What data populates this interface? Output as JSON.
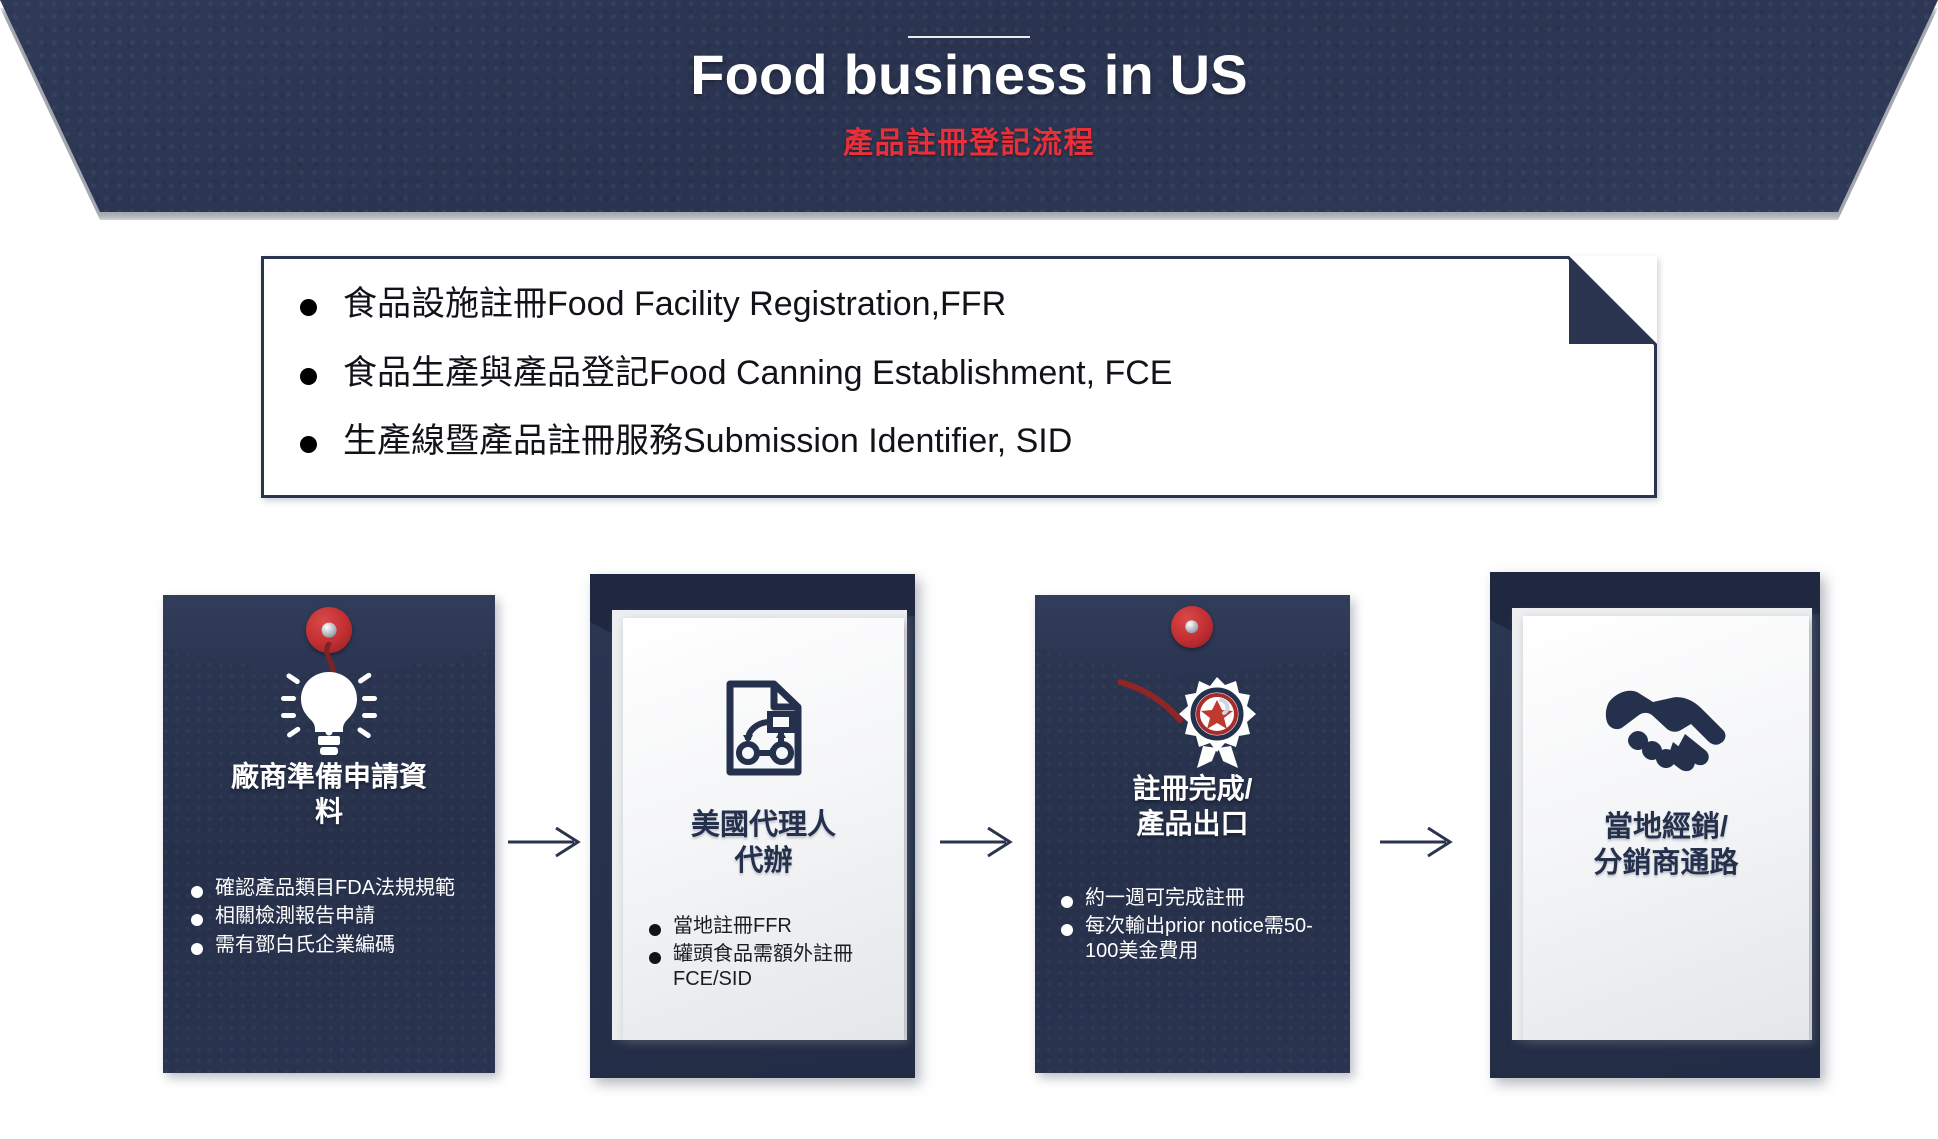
{
  "header": {
    "title": "Food business in US",
    "subtitle": "產品註冊登記流程",
    "colors": {
      "navy": "#2a3450",
      "red": "#e8303a",
      "white": "#ffffff"
    }
  },
  "callout": {
    "bullets": [
      "食品設施註冊Food Facility Registration,FFR",
      "食品生產與產品登記Food Canning Establishment, FCE",
      "生產線暨產品註冊服務Submission Identifier, SID"
    ]
  },
  "flow": {
    "arrow_count": 3,
    "steps": [
      {
        "style": "envelope",
        "icon": "lightbulb-icon",
        "title": "廠商準備申請資\n料",
        "title_lines": [
          "廠商準備申請資",
          "料"
        ],
        "bullets": [
          "確認產品類目FDA法規規範",
          "相關檢測報告申請",
          "需有鄧白氏企業編碼"
        ]
      },
      {
        "style": "paper",
        "icon": "document-flowchart-icon",
        "title": "美國代理人\n代辦",
        "title_lines": [
          "美國代理人",
          "代辦"
        ],
        "bullets": [
          "當地註冊FFR",
          "罐頭食品需額外註冊FCE/SID"
        ]
      },
      {
        "style": "envelope",
        "icon": "award-ribbon-icon",
        "title": "註冊完成/\n產品出口",
        "title_lines": [
          "註冊完成/",
          "產品出口"
        ],
        "bullets": [
          "約一週可完成註冊",
          "每次輸出prior notice需50-100美金費用"
        ]
      },
      {
        "style": "paper",
        "icon": "handshake-icon",
        "title": "當地經銷/\n分銷商通路",
        "title_lines": [
          "當地經銷/",
          "分銷商通路"
        ],
        "bullets": []
      }
    ]
  }
}
